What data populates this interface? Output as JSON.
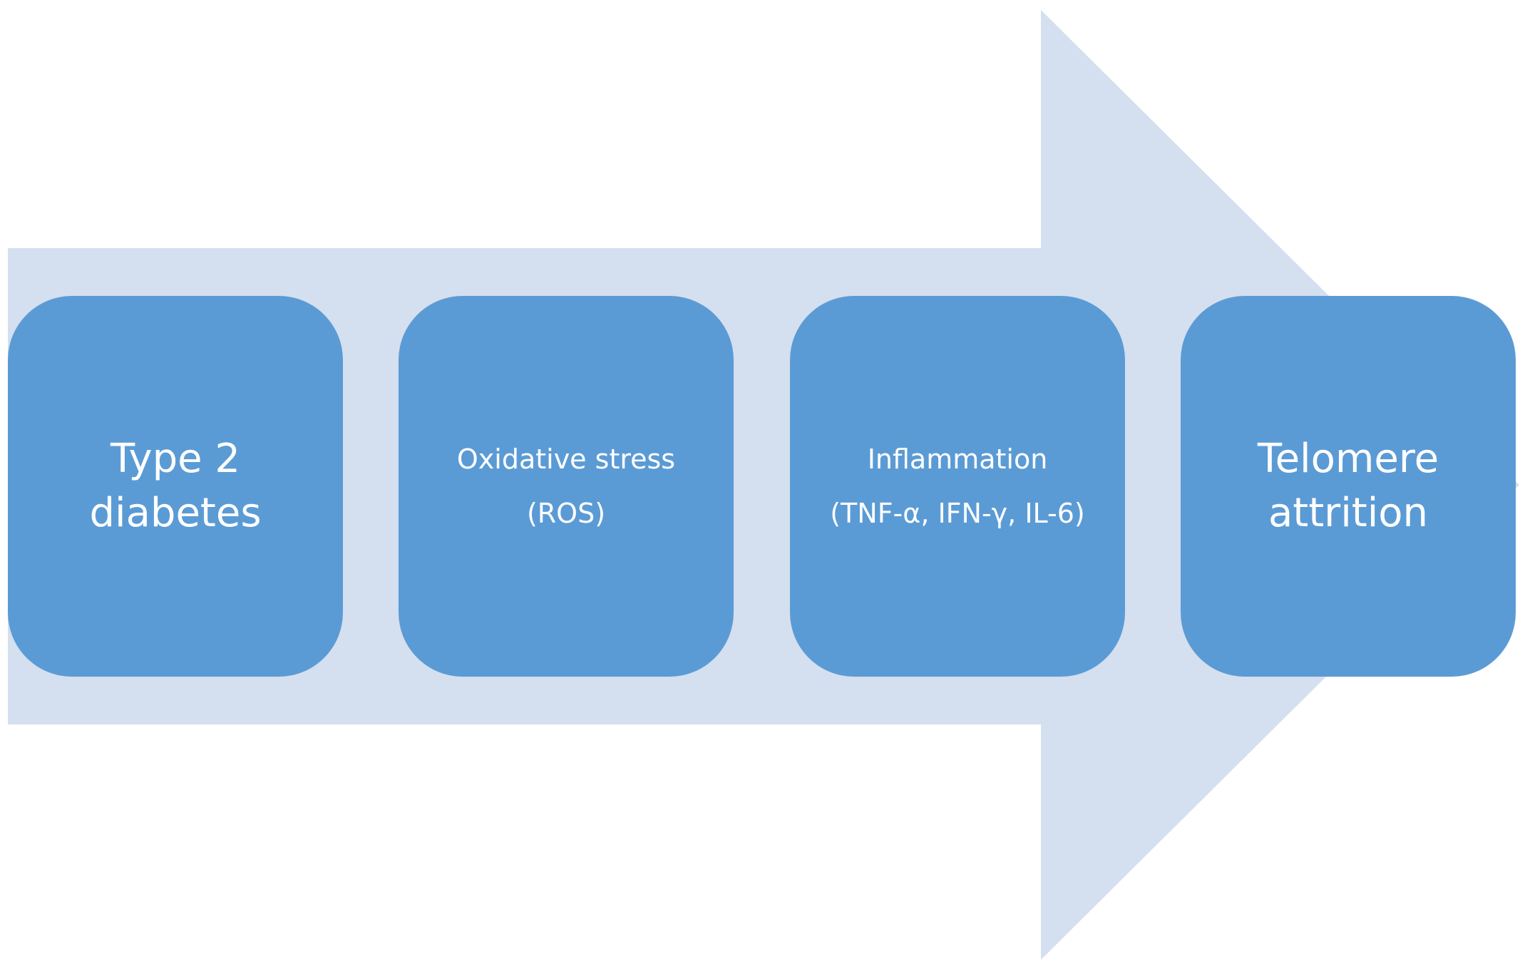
{
  "diagram": {
    "arrow_color": "#d4dfef",
    "box_color": "#5b9bd5",
    "text_color": "#ffffff",
    "steps": [
      {
        "lines": [
          "Type 2",
          "diabetes"
        ],
        "size": "large"
      },
      {
        "lines": [
          "Oxidative stress",
          "(ROS)"
        ],
        "size": "small"
      },
      {
        "lines": [
          "Inflammation",
          "(TNF-α, IFN-γ, IL-6)"
        ],
        "size": "small"
      },
      {
        "lines": [
          "Telomere",
          "attrition"
        ],
        "size": "large"
      }
    ]
  }
}
